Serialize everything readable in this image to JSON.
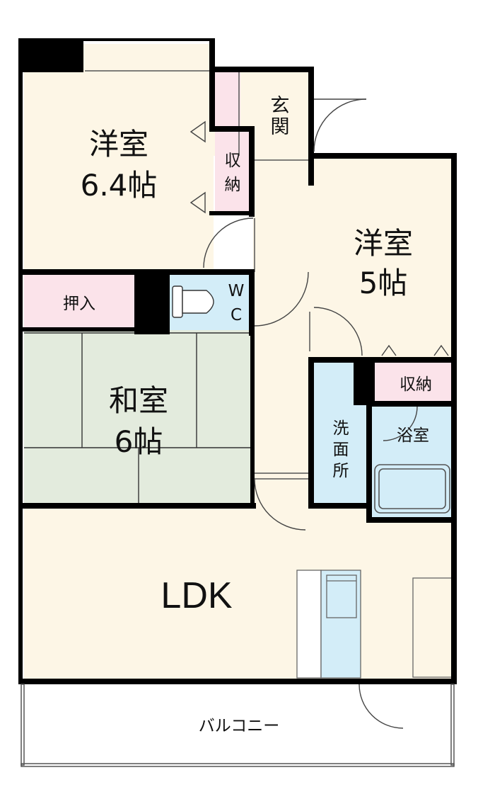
{
  "rooms": {
    "western1": {
      "line1": "洋室",
      "line2": "6.4帖"
    },
    "western2": {
      "line1": "洋室",
      "line2": "5帖"
    },
    "japanese": {
      "line1": "和室",
      "line2": "6帖"
    },
    "ldk": {
      "label": "LDK"
    },
    "entrance": {
      "chars": [
        "玄",
        "関"
      ]
    },
    "storage1": {
      "chars": [
        "収",
        "納"
      ]
    },
    "storage2": {
      "label": "収納"
    },
    "closet": {
      "label": "押入"
    },
    "wc": {
      "chars": [
        "W",
        "C"
      ]
    },
    "washroom": {
      "chars": [
        "洗",
        "面",
        "所"
      ]
    },
    "bath": {
      "label": "浴室"
    },
    "balcony": {
      "label": "バルコニー"
    }
  },
  "colors": {
    "floor_wood": "#fdf6e6",
    "tatami": "#e3ebdd",
    "storage_pink": "#fbe3ea",
    "water_blue": "#d3edf8",
    "wall": "#000000"
  }
}
